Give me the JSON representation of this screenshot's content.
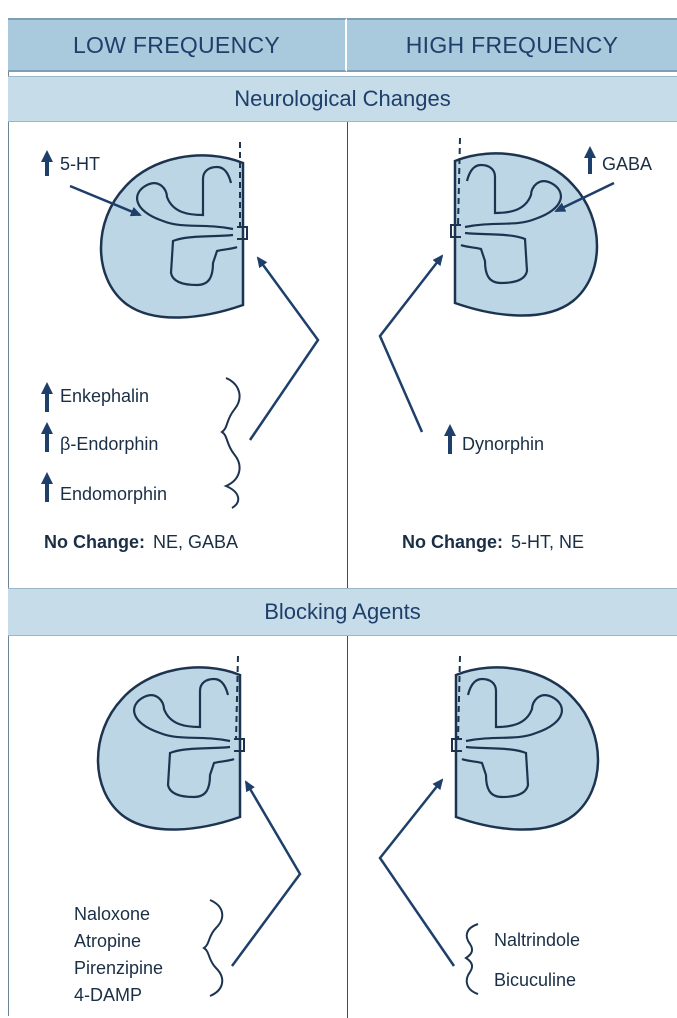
{
  "columns": {
    "left_title": "LOW FREQUENCY",
    "right_title": "HIGH FREQUENCY"
  },
  "sections": {
    "neuro_title": "Neurological Changes",
    "blocking_title": "Blocking Agents"
  },
  "low_neuro": {
    "top_label": "5-HT",
    "increases": [
      "Enkephalin",
      "β-Endorphin",
      "Endomorphin"
    ],
    "no_change_label": "No Change:",
    "no_change_value": "NE, GABA"
  },
  "high_neuro": {
    "top_label": "GABA",
    "increase": "Dynorphin",
    "no_change_label": "No Change:",
    "no_change_value": "5-HT, NE"
  },
  "low_block": {
    "agents": [
      "Naloxone",
      "Atropine",
      "Pirenzipine",
      "4-DAMP"
    ]
  },
  "high_block": {
    "agents": [
      "Naltrindole",
      "Bicuculine"
    ]
  },
  "colors": {
    "header_bg": "#a9c9dd",
    "band_bg": "#c6dce9",
    "cord_fill": "#bcd6e6",
    "ink": "#1f3f6b"
  },
  "icons": [
    "up-arrow-icon",
    "spinal-cord-icon",
    "curly-brace-icon",
    "pointer-arrow-icon"
  ]
}
